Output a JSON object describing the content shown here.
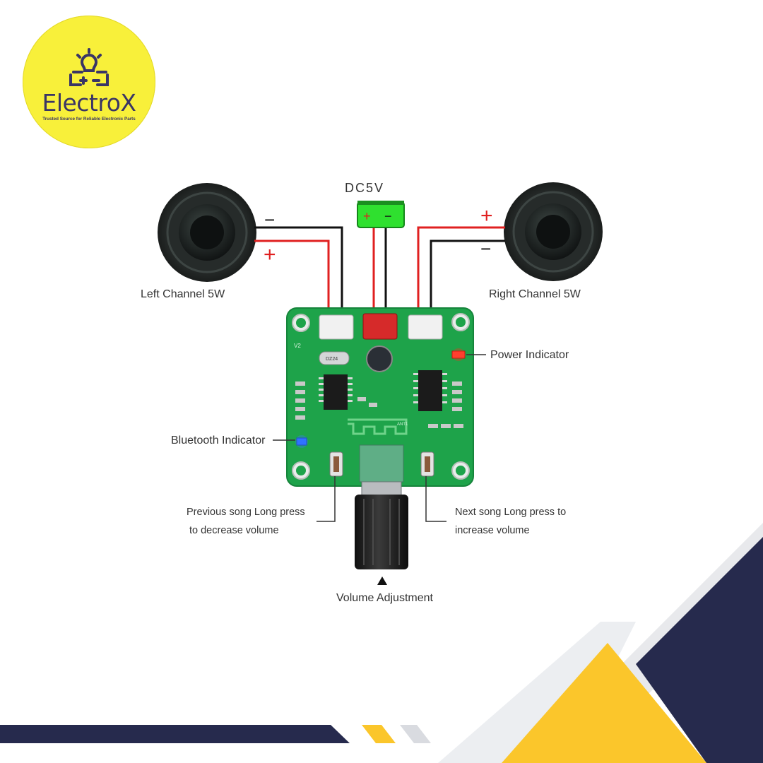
{
  "brand": {
    "name": "ElectroX",
    "tagline": "Trusted Source for Reliable Electronic Parts",
    "colors": {
      "logo_bg": "#f8f03a",
      "logo_text": "#3a3565"
    }
  },
  "diagram": {
    "power_label": "DC5V",
    "power_plus": "+",
    "power_minus": "−",
    "left_speaker": {
      "label": "Left Channel 5W",
      "minus": "−",
      "plus": "+"
    },
    "right_speaker": {
      "label": "Right Channel 5W",
      "plus": "+",
      "minus": "−"
    },
    "power_indicator": "Power Indicator",
    "bluetooth_indicator": "Bluetooth Indicator",
    "prev_button": {
      "line1": "Previous song Long press",
      "line2": "to decrease volume"
    },
    "next_button": {
      "line1": "Next song Long press to",
      "line2": "increase volume"
    },
    "volume": "Volume Adjustment",
    "pcb_marks": {
      "version": "V2",
      "crystal": "DZ24",
      "antenna": "ANT1"
    }
  },
  "colors": {
    "pcb": "#1ea34a",
    "wire_red": "#e02020",
    "wire_black": "#111111",
    "accent_navy": "#262a4d",
    "accent_yellow": "#fbc62b",
    "accent_grey": "#e8e9ec"
  }
}
